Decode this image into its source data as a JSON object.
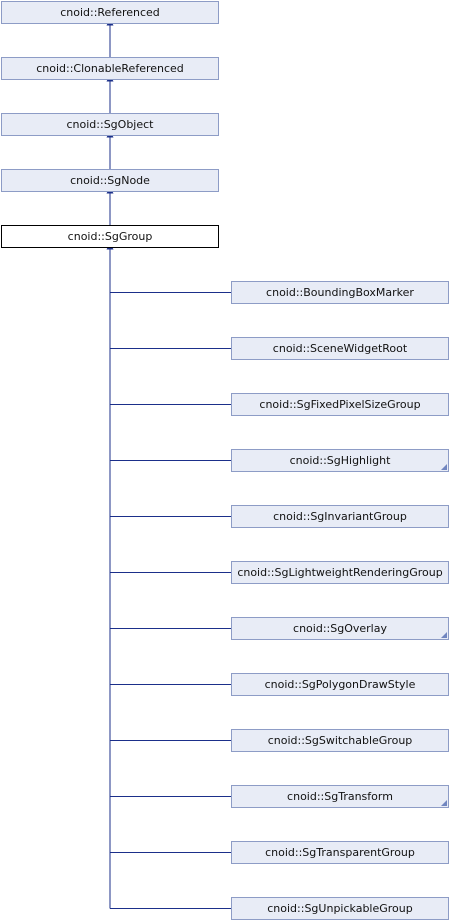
{
  "ancestors": [
    {
      "label": "cnoid::Referenced",
      "name": "node-referenced"
    },
    {
      "label": "cnoid::ClonableReferenced",
      "name": "node-clonable-referenced"
    },
    {
      "label": "cnoid::SgObject",
      "name": "node-sg-object"
    },
    {
      "label": "cnoid::SgNode",
      "name": "node-sg-node"
    }
  ],
  "current": {
    "label": "cnoid::SgGroup"
  },
  "children": [
    {
      "label": "cnoid::BoundingBoxMarker",
      "name": "node-bounding-box-marker",
      "has_more": false
    },
    {
      "label": "cnoid::SceneWidgetRoot",
      "name": "node-scene-widget-root",
      "has_more": false
    },
    {
      "label": "cnoid::SgFixedPixelSizeGroup",
      "name": "node-sg-fixed-pixel-size-group",
      "has_more": false
    },
    {
      "label": "cnoid::SgHighlight",
      "name": "node-sg-highlight",
      "has_more": true
    },
    {
      "label": "cnoid::SgInvariantGroup",
      "name": "node-sg-invariant-group",
      "has_more": false
    },
    {
      "label": "cnoid::SgLightweightRenderingGroup",
      "name": "node-sg-lightweight-rendering-group",
      "has_more": false
    },
    {
      "label": "cnoid::SgOverlay",
      "name": "node-sg-overlay",
      "has_more": true
    },
    {
      "label": "cnoid::SgPolygonDrawStyle",
      "name": "node-sg-polygon-draw-style",
      "has_more": false
    },
    {
      "label": "cnoid::SgSwitchableGroup",
      "name": "node-sg-switchable-group",
      "has_more": false
    },
    {
      "label": "cnoid::SgTransform",
      "name": "node-sg-transform",
      "has_more": true
    },
    {
      "label": "cnoid::SgTransparentGroup",
      "name": "node-sg-transparent-group",
      "has_more": false
    },
    {
      "label": "cnoid::SgUnpickableGroup",
      "name": "node-sg-unpickable-group",
      "has_more": false
    }
  ],
  "colors": {
    "edge": "#1b2f8a",
    "node_fill": "#e8ecf6",
    "node_border": "#8d9cc6"
  }
}
